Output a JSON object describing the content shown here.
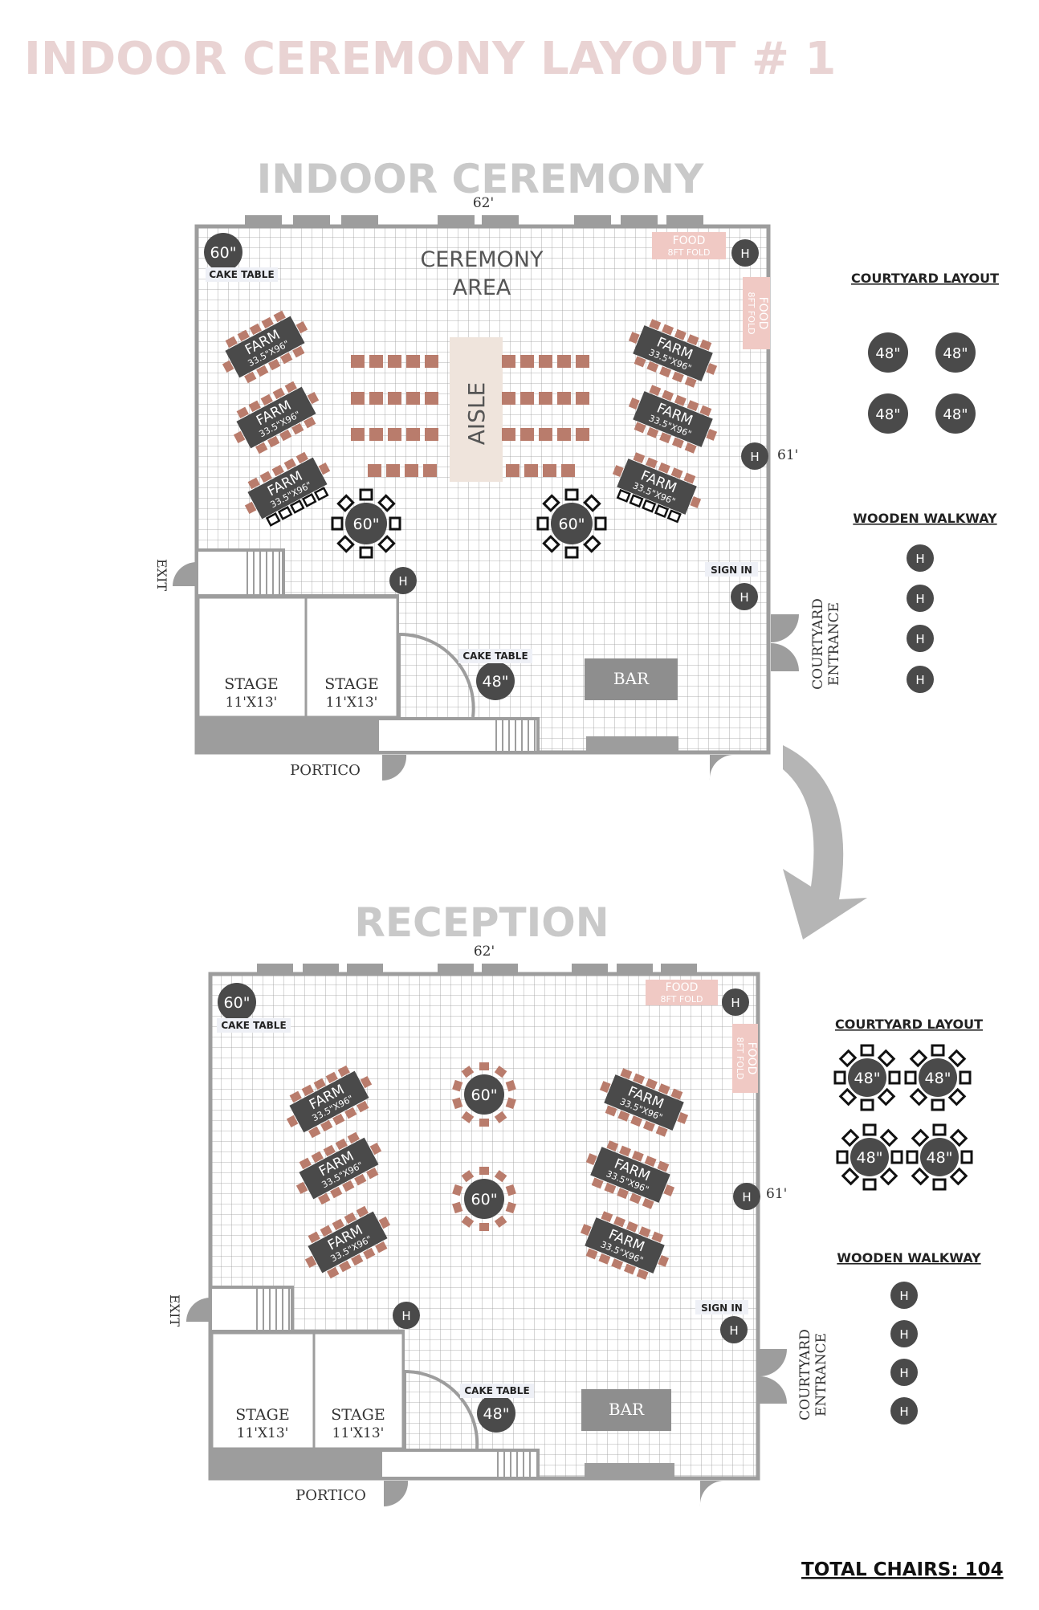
{
  "page_title": "INDOOR CEREMONY LAYOUT # 1",
  "total_chairs": "TOTAL CHAIRS:  104",
  "colors": {
    "title_pink": "#e9d3d3",
    "section_grey": "#c9c9c9",
    "table_dark": "#4a4a4a",
    "chair_brown": "#b97c6c",
    "food_pink": "#f0c9c4",
    "aisle_tan": "#efe4dc",
    "wall_grey": "#9d9d9d",
    "bar_grey": "#8e8e8e",
    "grid_line": "#9a9a9a"
  },
  "ceremony": {
    "heading": "INDOOR CEREMONY",
    "width_dim": "62'",
    "height_dim": "61'",
    "ceremony_area": [
      "CEREMONY",
      "AREA"
    ],
    "aisle": "AISLE",
    "round_60": "60\"",
    "round_48": "48\"",
    "cake_table": "CAKE TABLE",
    "farm_line1": "FARM",
    "farm_line2": "33.5\"X96\"",
    "food": "FOOD",
    "food_sub": "8FT FOLD",
    "heater": "H",
    "sign_in": "SIGN IN",
    "bar": "BAR",
    "stage_label": "STAGE",
    "stage_size": "11'X13'",
    "exit": "EXIT",
    "portico": "PORTICO",
    "courtyard_entrance": [
      "COURTYARD",
      "ENTRANCE"
    ]
  },
  "reception": {
    "heading": "RECEPTION",
    "width_dim": "62'",
    "height_dim": "61'"
  },
  "courtyard_panel": {
    "courtyard_heading": "COURTYARD LAYOUT",
    "table_label": "48\"",
    "walkway_heading": "WOODEN WALKWAY",
    "heater": "H"
  }
}
